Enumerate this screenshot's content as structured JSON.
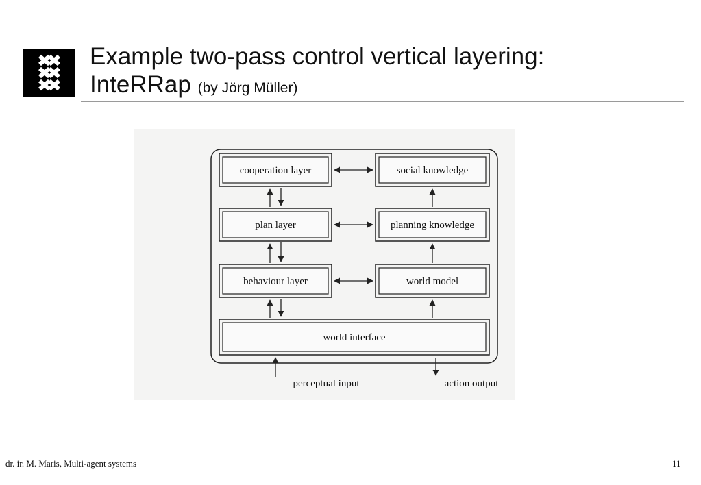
{
  "slide": {
    "title_line1": "Example two-pass control vertical layering:",
    "title_line2": "InteRRap",
    "title_sub": "(by Jörg Müller)",
    "footer_left": "dr. ir. M. Maris, Multi-agent systems",
    "page_number": "11"
  },
  "diagram": {
    "layers": [
      "cooperation layer",
      "plan layer",
      "behaviour layer"
    ],
    "knowledge": [
      "social knowledge",
      "planning knowledge",
      "world model"
    ],
    "world_interface": "world interface",
    "perceptual_input": "perceptual input",
    "action_output": "action output"
  }
}
